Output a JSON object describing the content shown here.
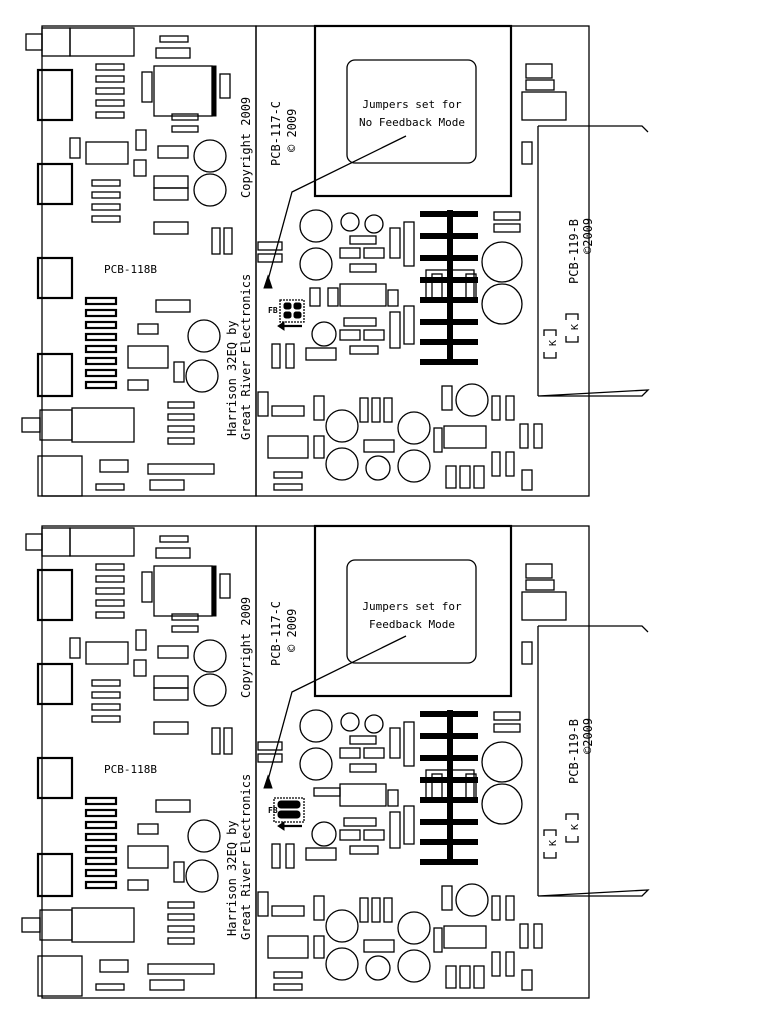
{
  "panels": [
    {
      "pcb_main": "PCB-118B",
      "pcb_sub": "PCB-117-C",
      "pcb_sub_copyright": "© 2009",
      "pcb_side": "PCB-119-B",
      "pcb_side_copyright": "©2009",
      "credit_line1": "Harrison 32EQ by",
      "credit_line2": "Great River Electronics",
      "copyright": "Copyright 2009",
      "note_line1": "Jumpers set for",
      "note_line2": "No Feedback Mode",
      "fb_label": "FB",
      "k_label": "K",
      "jumper_mode": "no-feedback"
    },
    {
      "pcb_main": "PCB-118B",
      "pcb_sub": "PCB-117-C",
      "pcb_sub_copyright": "© 2009",
      "pcb_side": "PCB-119-B",
      "pcb_side_copyright": "©2009",
      "credit_line1": "Harrison 32EQ by",
      "credit_line2": "Great River Electronics",
      "copyright": "Copyright 2009",
      "note_line1": "Jumpers set for",
      "note_line2": "Feedback Mode",
      "fb_label": "FB",
      "k_label": "K",
      "jumper_mode": "feedback"
    }
  ]
}
